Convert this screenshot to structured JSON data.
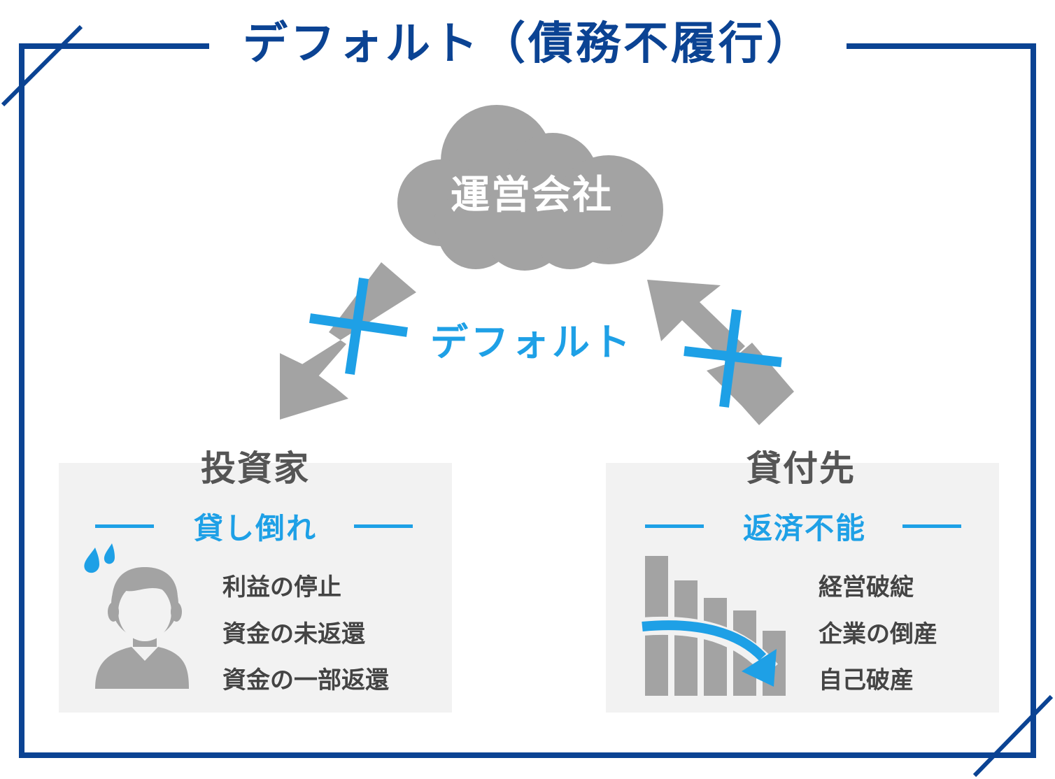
{
  "title": "デフォルト（債務不履行）",
  "center": {
    "label": "運営会社"
  },
  "relation": {
    "label": "デフォルト"
  },
  "left": {
    "heading": "投資家",
    "subheading": "貸し倒れ",
    "items": [
      "利益の停止",
      "資金の未返還",
      "資金の一部返還"
    ],
    "icon": "worried-person-icon"
  },
  "right": {
    "heading": "貸付先",
    "subheading": "返済不能",
    "items": [
      "経営破綻",
      "企業の倒産",
      "自己破産"
    ],
    "icon": "declining-chart-icon"
  },
  "colors": {
    "frame": "#0b4393",
    "accent": "#1ea0e6",
    "gray": "#a3a3a3",
    "panel": "#f2f2f2",
    "text": "#444444"
  }
}
